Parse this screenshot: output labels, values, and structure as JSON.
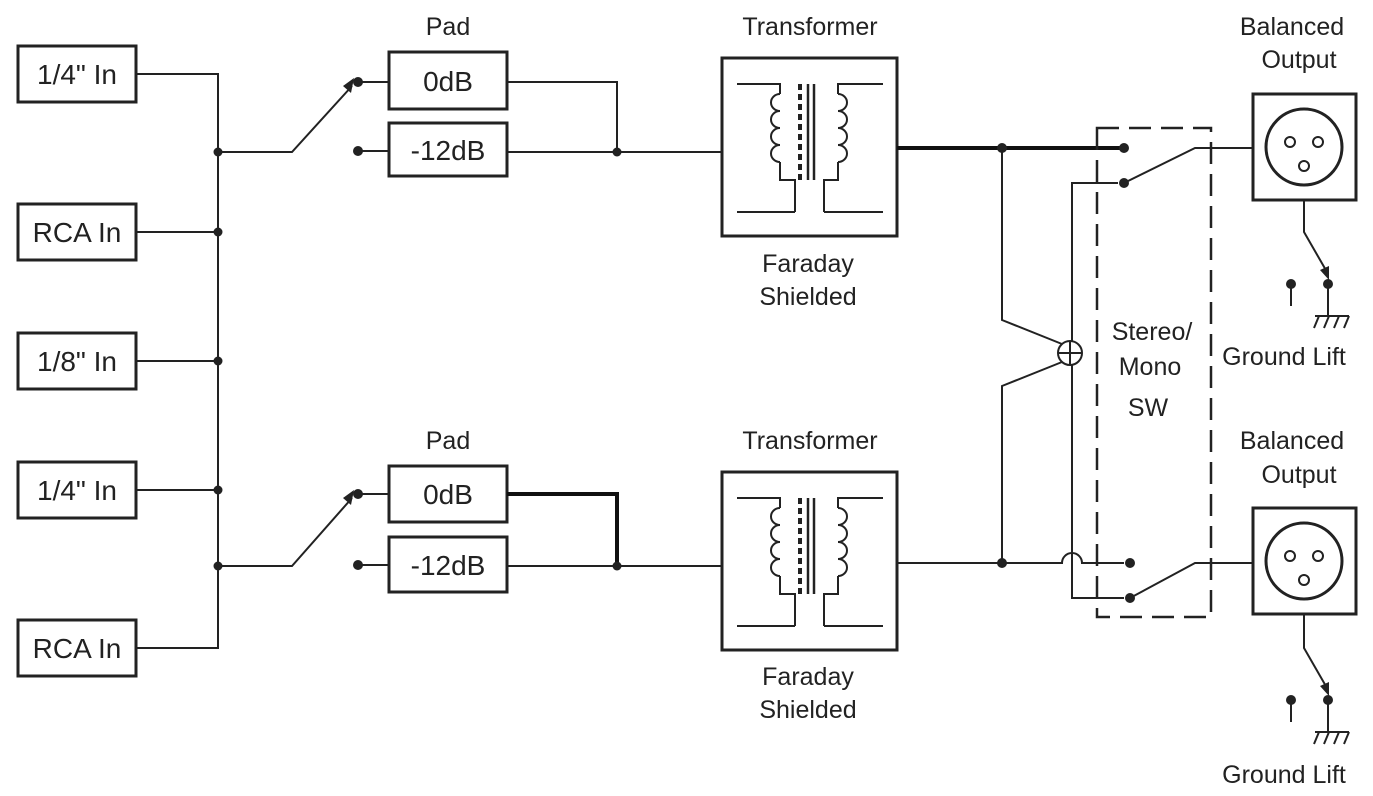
{
  "inputs": [
    "1/4\" In",
    "RCA In",
    "1/8\" In",
    "1/4\" In",
    "RCA In"
  ],
  "channels": [
    {
      "pad_title": "Pad",
      "pad_options": [
        "0dB",
        "-12dB"
      ],
      "transformer_title": "Transformer",
      "shield_label_1": "Faraday",
      "shield_label_2": "Shielded",
      "output_label_1": "Balanced",
      "output_label_2": "Output",
      "ground_label": "Ground Lift"
    },
    {
      "pad_title": "Pad",
      "pad_options": [
        "0dB",
        "-12dB"
      ],
      "transformer_title": "Transformer",
      "shield_label_1": "Faraday",
      "shield_label_2": "Shielded",
      "output_label_1": "Balanced",
      "output_label_2": "Output",
      "ground_label": "Ground Lift"
    }
  ],
  "switch": {
    "line_1": "Stereo/",
    "line_2": "Mono",
    "line_3": "SW"
  },
  "colors": {
    "line": "#222222",
    "background": "#ffffff"
  }
}
